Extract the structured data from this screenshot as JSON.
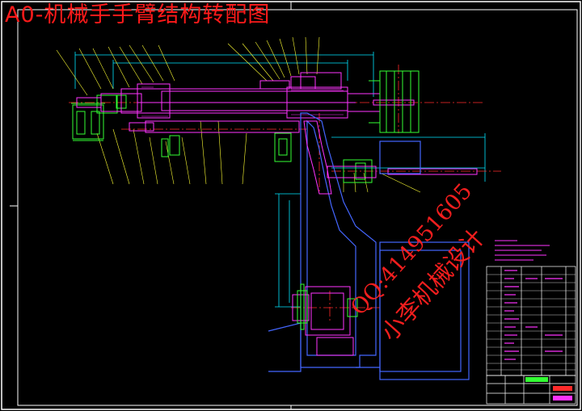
{
  "drawing": {
    "title": "A0-机械手手臂结构转配图",
    "watermark_qq": "QQ:414951605",
    "watermark_name": "小李机械设计",
    "colors": {
      "background": "#000000",
      "frame": "#ffffff",
      "parts_magenta": "#ff33ff",
      "parts_green": "#33ff33",
      "outline_blue": "#4466ff",
      "dimension_cyan": "#00e5ff",
      "leader_yellow": "#ffff33",
      "centerline_red": "#ff2a2a",
      "title_red": "#ff1a1a"
    }
  }
}
